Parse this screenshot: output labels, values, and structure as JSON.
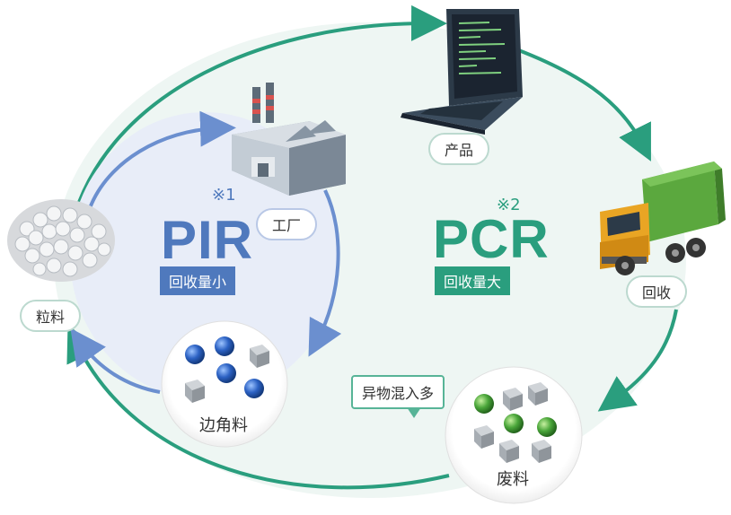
{
  "diagram": {
    "pir": {
      "term": "PIR",
      "note": "※1",
      "tag": "回收量小"
    },
    "pcr": {
      "term": "PCR",
      "note": "※2",
      "tag": "回收量大"
    },
    "nodes": {
      "product": "产品",
      "factory": "工厂",
      "recycle": "回收",
      "pellets": "粒料",
      "scrap": "边角料",
      "waste": "废料"
    },
    "callout": "异物混入多"
  },
  "colors": {
    "pcr_green": "#2a9e7e",
    "pir_blue": "#4f79bd",
    "inner_fill": "#e8edf8",
    "outer_fill": "#eef6f3"
  }
}
